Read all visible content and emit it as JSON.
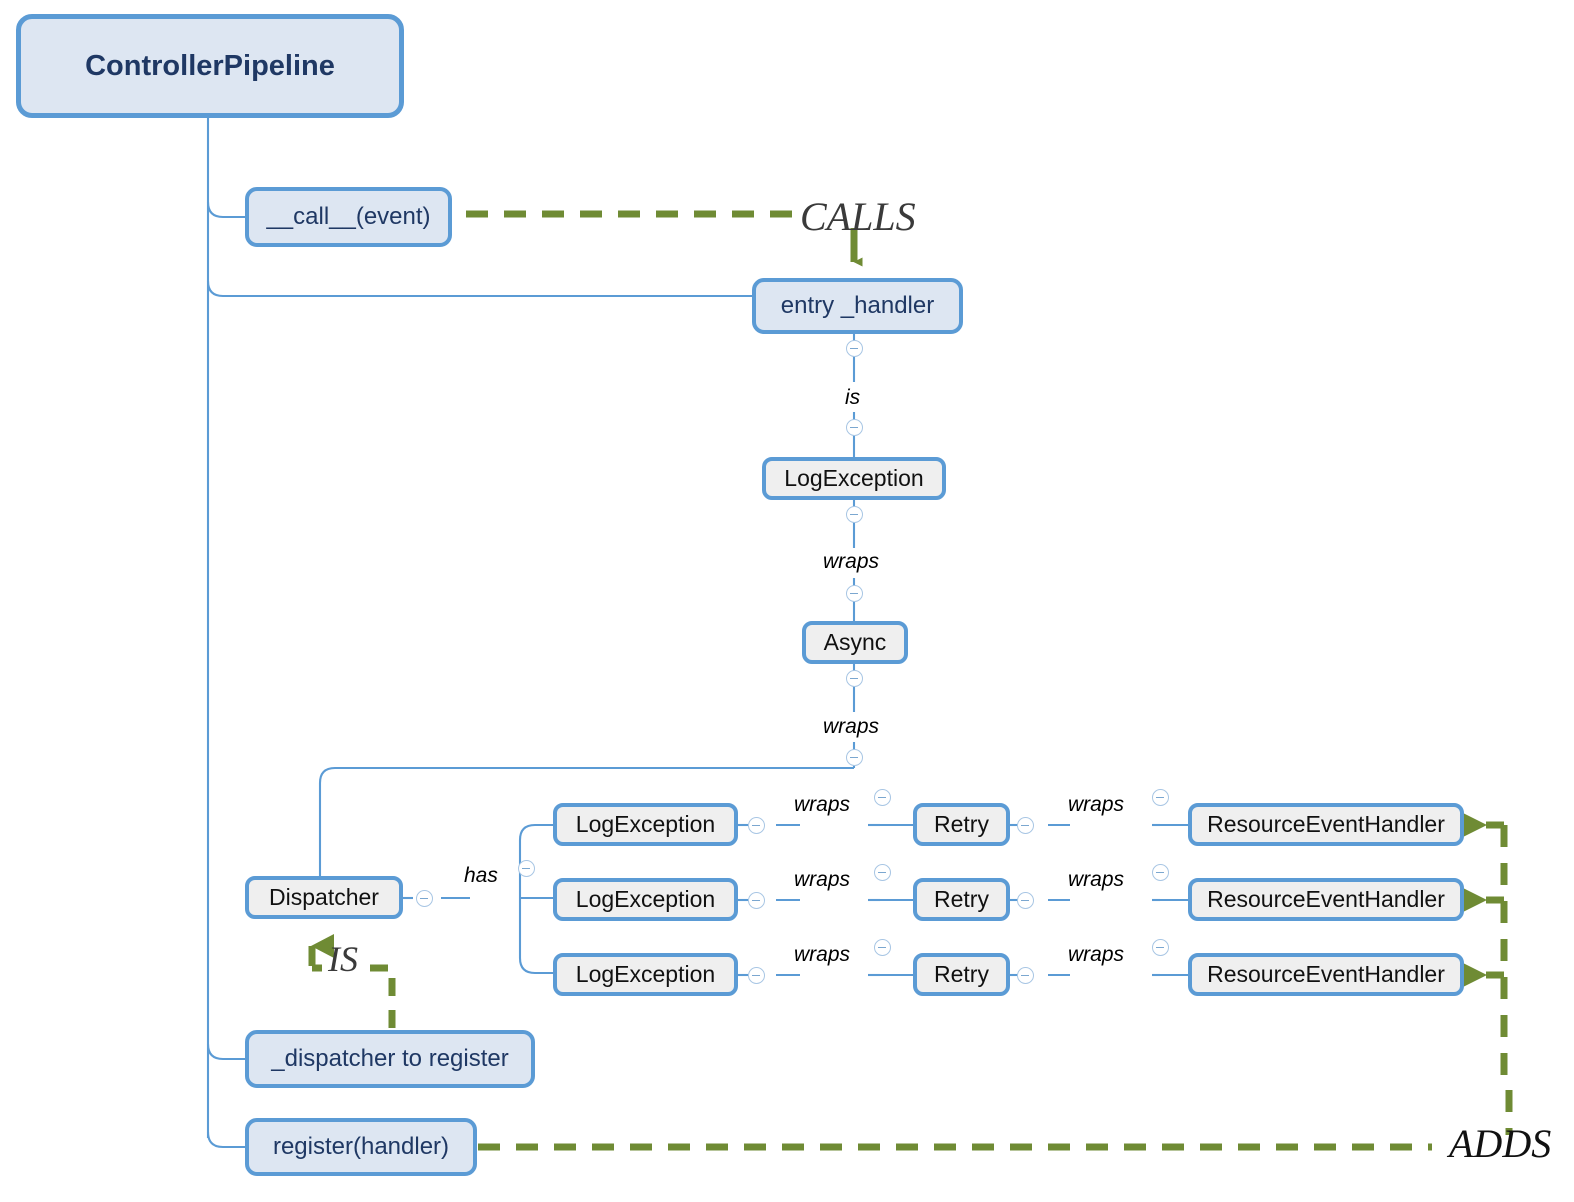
{
  "diagram": {
    "title": "ControllerPipeline",
    "type": "mindmap-architecture-diagram",
    "colors": {
      "node_border": "#5b9bd5",
      "node_fill_blue": "#dde6f2",
      "node_fill_grey": "#efefef",
      "root_text": "#1f3864",
      "relation_green": "#70892f",
      "relation_label": "#3a3a3a"
    },
    "root": {
      "label": "ControllerPipeline"
    },
    "nodes": {
      "call_event": {
        "label": "__call__(event)"
      },
      "entry_handler": {
        "label": "entry _handler"
      },
      "log_exception_main": {
        "label": "LogException"
      },
      "async": {
        "label": "Async"
      },
      "dispatcher": {
        "label": "Dispatcher"
      },
      "dispatcher_to_register": {
        "label": "_dispatcher to register"
      },
      "register_handler": {
        "label": "register(handler)"
      }
    },
    "handler_rows": [
      {
        "log_exception": "LogException",
        "wraps_1": "wraps",
        "retry": "Retry",
        "wraps_2": "wraps",
        "resource_event_handler": "ResourceEventHandler"
      },
      {
        "log_exception": "LogException",
        "wraps_1": "wraps",
        "retry": "Retry",
        "wraps_2": "wraps",
        "resource_event_handler": "ResourceEventHandler"
      },
      {
        "log_exception": "LogException",
        "wraps_1": "wraps",
        "retry": "Retry",
        "wraps_2": "wraps",
        "resource_event_handler": "ResourceEventHandler"
      }
    ],
    "edge_labels": {
      "is": "is",
      "wraps_async": "wraps",
      "wraps_dispatcher": "wraps",
      "has": "has"
    },
    "relations": {
      "calls": "CALLS",
      "is_rel": "IS",
      "adds": "ADDS"
    }
  }
}
